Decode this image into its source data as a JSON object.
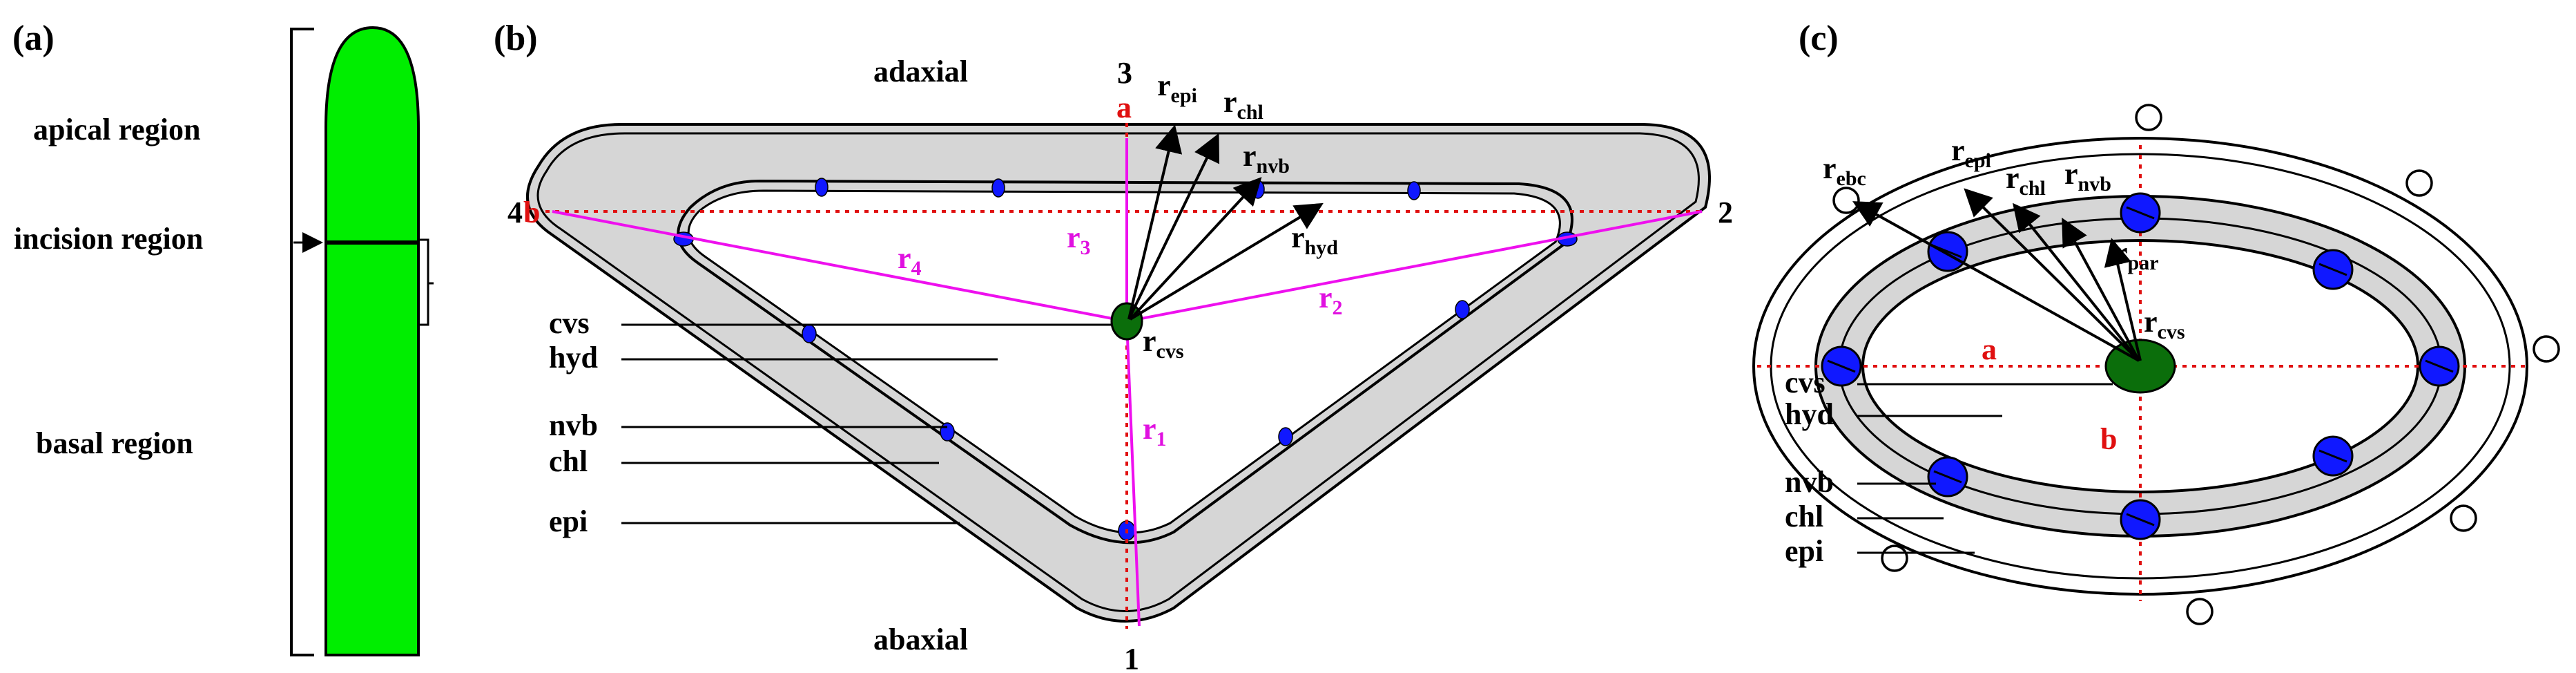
{
  "colors": {
    "leaf_green": "#00ee00",
    "tissue_gray": "#d6d6d6",
    "vascular_blue": "#1018ff",
    "center_green": "#0b6e0b",
    "axis_red": "#e01010",
    "radius_magenta": "#ee10ee"
  },
  "panel_a": {
    "label": "(a)",
    "regions": {
      "apical": "apical region",
      "incision": "incision region",
      "basal": "basal region"
    }
  },
  "panel_b": {
    "label": "(b)",
    "side_labels": {
      "adaxial": "adaxial",
      "abaxial": "abaxial"
    },
    "corner_numbers": {
      "top": "3",
      "right": "2",
      "bottom": "1",
      "left": "4"
    },
    "axis_labels": {
      "a": "a",
      "b": "b"
    },
    "radius_main": "r",
    "radius_subs": {
      "r1": "1",
      "r2": "2",
      "r3": "3",
      "r4": "4"
    },
    "arrow_labels": {
      "main": "r",
      "epi": "epi",
      "chl": "chl",
      "nvb": "nvb",
      "hyd": "hyd",
      "cvs": "cvs"
    },
    "tissue_labels": {
      "cvs": "cvs",
      "hyd": "hyd",
      "nvb": "nvb",
      "chl": "chl",
      "epi": "epi"
    }
  },
  "panel_c": {
    "label": "(c)",
    "axis_labels": {
      "a": "a",
      "b": "b"
    },
    "arrow_labels": {
      "main": "r",
      "ebc": "ebc",
      "epi": "epi",
      "chl": "chl",
      "nvb": "nvb",
      "par": "par",
      "cvs": "cvs"
    },
    "tissue_labels": {
      "cvs": "cvs",
      "hyd": "hyd",
      "nvb": "nvb",
      "chl": "chl",
      "epi": "epi"
    }
  }
}
